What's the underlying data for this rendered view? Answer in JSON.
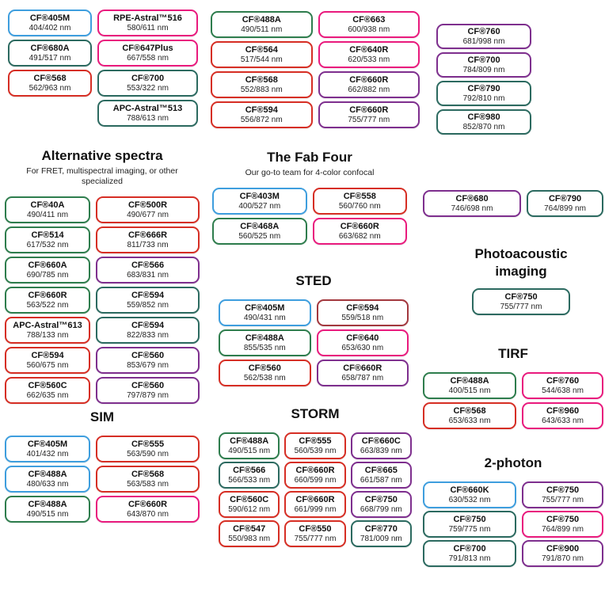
{
  "colors": {
    "blue": "#3e9ede",
    "green": "#2e7d4d",
    "teal": "#2c6a60",
    "red": "#d62e24",
    "pink": "#e91a7d",
    "purple": "#7e2f8e",
    "maroon": "#a3383e"
  },
  "sections": {
    "top_left": {
      "columns": [
        [
          {
            "name": "CF®405M",
            "value": "404/402 nm",
            "color": "blue"
          },
          {
            "name": "CF®680A",
            "value": "491/517 nm",
            "color": "teal"
          },
          {
            "name": "CF®568",
            "value": "562/963 nm",
            "color": "red"
          }
        ],
        [
          {
            "name": "RPE-Astral™516",
            "value": "580/611 nm",
            "color": "pink"
          },
          {
            "name": "CF®647Plus",
            "value": "667/558 nm",
            "color": "pink"
          },
          {
            "name": "CF®700",
            "value": "553/322 nm",
            "color": "teal"
          },
          {
            "name": "APC-Astral™513",
            "value": "788/613 nm",
            "color": "teal"
          }
        ]
      ]
    },
    "top_mid": {
      "columns": [
        [
          {
            "name": "CF®488A",
            "value": "490/511 nm",
            "color": "green"
          },
          {
            "name": "CF®564",
            "value": "517/544 nm",
            "color": "red"
          },
          {
            "name": "CF®568",
            "value": "552/883 nm",
            "color": "red"
          },
          {
            "name": "CF®594",
            "value": "556/872 nm",
            "color": "red"
          }
        ],
        [
          {
            "name": "CF®663",
            "value": "600/938 nm",
            "color": "pink"
          },
          {
            "name": "CF®640R",
            "value": "620/533 nm",
            "color": "pink"
          },
          {
            "name": "CF®660R",
            "value": "662/882 nm",
            "color": "purple"
          },
          {
            "name": "CF®660R",
            "value": "755/777 nm",
            "color": "purple"
          }
        ]
      ]
    },
    "top_right": {
      "columns": [
        [
          {
            "name": "CF®760",
            "value": "681/998 nm",
            "color": "purple"
          },
          {
            "name": "CF®700",
            "value": "784/809 nm",
            "color": "purple"
          },
          {
            "name": "CF®790",
            "value": "792/810 nm",
            "color": "teal"
          },
          {
            "name": "CF®980",
            "value": "852/870 nm",
            "color": "teal"
          }
        ]
      ]
    },
    "alt_spectra": {
      "title": "Alternative spectra",
      "subtitle": "For FRET, multispectral imaging, or other specialized",
      "columns": [
        [
          {
            "name": "CF®40A",
            "value": "490/411 nm",
            "color": "green"
          },
          {
            "name": "CF®514",
            "value": "617/532 nm",
            "color": "green"
          },
          {
            "name": "CF®660A",
            "value": "690/785 nm",
            "color": "green"
          },
          {
            "name": "CF®660R",
            "value": "563/522 nm",
            "color": "green"
          },
          {
            "name": "APC-Astral™613",
            "value": "788/133 nm",
            "color": "red"
          },
          {
            "name": "CF®594",
            "value": "560/675 nm",
            "color": "red"
          },
          {
            "name": "CF®560C",
            "value": "662/635 nm",
            "color": "red"
          }
        ],
        [
          {
            "name": "CF®500R",
            "value": "490/677 nm",
            "color": "red"
          },
          {
            "name": "CF®666R",
            "value": "811/733 nm",
            "color": "red"
          },
          {
            "name": "CF®566",
            "value": "683/831 nm",
            "color": "purple"
          },
          {
            "name": "CF®594",
            "value": "559/852 nm",
            "color": "teal"
          },
          {
            "name": "CF®594",
            "value": "822/833 nm",
            "color": "teal"
          },
          {
            "name": "CF®560",
            "value": "853/679 nm",
            "color": "purple"
          },
          {
            "name": "CF®560",
            "value": "797/879 nm",
            "color": "purple"
          }
        ]
      ]
    },
    "fab_four": {
      "title": "The Fab Four",
      "subtitle": "Our go-to team for 4-color confocal",
      "columns": [
        [
          {
            "name": "CF®403M",
            "value": "400/527 nm",
            "color": "blue"
          },
          {
            "name": "CF®468A",
            "value": "560/525 nm",
            "color": "green"
          }
        ],
        [
          {
            "name": "CF®558",
            "value": "560/760 nm",
            "color": "red"
          },
          {
            "name": "CF®660R",
            "value": "663/682 nm",
            "color": "pink"
          }
        ]
      ]
    },
    "nir_pair": {
      "columns": [
        [
          {
            "name": "CF®680",
            "value": "746/698 nm",
            "color": "purple"
          }
        ],
        [
          {
            "name": "CF®790",
            "value": "764/899 nm",
            "color": "teal"
          }
        ]
      ]
    },
    "photoacoustic": {
      "title": "Photoacoustic imaging",
      "columns": [
        [
          {
            "name": "CF®750",
            "value": "755/777 nm",
            "color": "teal"
          }
        ]
      ]
    },
    "sted": {
      "title": "STED",
      "columns": [
        [
          {
            "name": "CF®405M",
            "value": "490/431 nm",
            "color": "blue"
          },
          {
            "name": "CF®488A",
            "value": "855/535 nm",
            "color": "green"
          },
          {
            "name": "CF®560",
            "value": "562/538 nm",
            "color": "red"
          }
        ],
        [
          {
            "name": "CF®594",
            "value": "559/518 nm",
            "color": "maroon"
          },
          {
            "name": "CF®640",
            "value": "653/630 nm",
            "color": "pink"
          },
          {
            "name": "CF®660R",
            "value": "658/787 nm",
            "color": "purple"
          }
        ]
      ]
    },
    "tirf": {
      "title": "TIRF",
      "columns": [
        [
          {
            "name": "CF®488A",
            "value": "400/515 nm",
            "color": "green"
          },
          {
            "name": "CF®568",
            "value": "653/633 nm",
            "color": "red"
          }
        ],
        [
          {
            "name": "CF®760",
            "value": "544/638 nm",
            "color": "pink"
          },
          {
            "name": "CF®960",
            "value": "643/633 nm",
            "color": "pink"
          }
        ]
      ]
    },
    "sim": {
      "title": "SIM",
      "columns": [
        [
          {
            "name": "CF®405M",
            "value": "401/432 nm",
            "color": "blue"
          },
          {
            "name": "CF®488A",
            "value": "480/633 nm",
            "color": "blue"
          },
          {
            "name": "CF®488A",
            "value": "490/515 nm",
            "color": "green"
          }
        ],
        [
          {
            "name": "CF®555",
            "value": "563/590 nm",
            "color": "red"
          },
          {
            "name": "CF®568",
            "value": "563/583 nm",
            "color": "red"
          },
          {
            "name": "CF®660R",
            "value": "643/870 nm",
            "color": "pink"
          }
        ]
      ]
    },
    "storm": {
      "title": "STORM",
      "columns": [
        [
          {
            "name": "CF®488A",
            "value": "490/515 nm",
            "color": "green"
          },
          {
            "name": "CF®566",
            "value": "566/533 nm",
            "color": "teal"
          },
          {
            "name": "CF®560C",
            "value": "590/612 nm",
            "color": "red"
          },
          {
            "name": "CF®547",
            "value": "550/983 nm",
            "color": "red"
          }
        ],
        [
          {
            "name": "CF®555",
            "value": "560/539 nm",
            "color": "red"
          },
          {
            "name": "CF®660R",
            "value": "660/599 nm",
            "color": "red"
          },
          {
            "name": "CF®660R",
            "value": "661/999 nm",
            "color": "red"
          },
          {
            "name": "CF®550",
            "value": "755/777 nm",
            "color": "red"
          }
        ],
        [
          {
            "name": "CF®660C",
            "value": "663/839 nm",
            "color": "purple"
          },
          {
            "name": "CF®665",
            "value": "661/587 nm",
            "color": "purple"
          },
          {
            "name": "CF®750",
            "value": "668/799 nm",
            "color": "purple"
          },
          {
            "name": "CF®770",
            "value": "781/009 nm",
            "color": "teal"
          }
        ]
      ]
    },
    "two_photon": {
      "title": "2-photon",
      "columns": [
        [
          {
            "name": "CF®660K",
            "value": "630/532 nm",
            "color": "blue"
          },
          {
            "name": "CF®750",
            "value": "759/775 nm",
            "color": "teal"
          },
          {
            "name": "CF®700",
            "value": "791/813 nm",
            "color": "teal"
          }
        ],
        [
          {
            "name": "CF®750",
            "value": "755/777 nm",
            "color": "purple"
          },
          {
            "name": "CF®750",
            "value": "764/899 nm",
            "color": "pink"
          },
          {
            "name": "CF®900",
            "value": "791/870 nm",
            "color": "purple"
          }
        ]
      ]
    }
  }
}
